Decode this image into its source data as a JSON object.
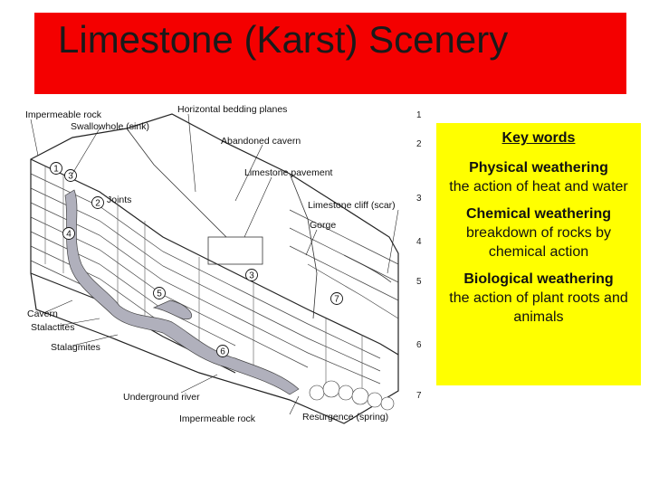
{
  "header": {
    "title": "Limestone (Karst) Scenery",
    "bar_color": "#f40000"
  },
  "diagram": {
    "labels": {
      "impermeable_rock_top": "Impermeable rock",
      "swallowhole": "Swallowhole (sink)",
      "horizontal_bedding": "Horizontal bedding planes",
      "abandoned_cavern": "Abandoned cavern",
      "limestone_pavement": "Limestone pavement",
      "joints": "Joints",
      "limestone_cliff": "Limestone cliff (scar)",
      "gorge": "Gorge",
      "cavern": "Cavern",
      "stalactites": "Stalactites",
      "stalagmites": "Stalagmites",
      "underground_river": "Underground river",
      "impermeable_rock_bottom": "Impermeable rock",
      "resurgence": "Resurgence (spring)"
    },
    "side_numbers": [
      "1",
      "2",
      "3",
      "4",
      "5",
      "6",
      "7"
    ],
    "circled_numbers": [
      "1",
      "2",
      "3",
      "3",
      "4",
      "5",
      "6",
      "7"
    ]
  },
  "key_words": {
    "heading": "Key words",
    "box_color": "#ffff00",
    "items": [
      {
        "term": "Physical weathering",
        "definition": "the action of heat and water"
      },
      {
        "term": "Chemical weathering",
        "definition": "breakdown of rocks by chemical action"
      },
      {
        "term": "Biological weathering",
        "definition": "the action of plant roots and animals"
      }
    ]
  }
}
